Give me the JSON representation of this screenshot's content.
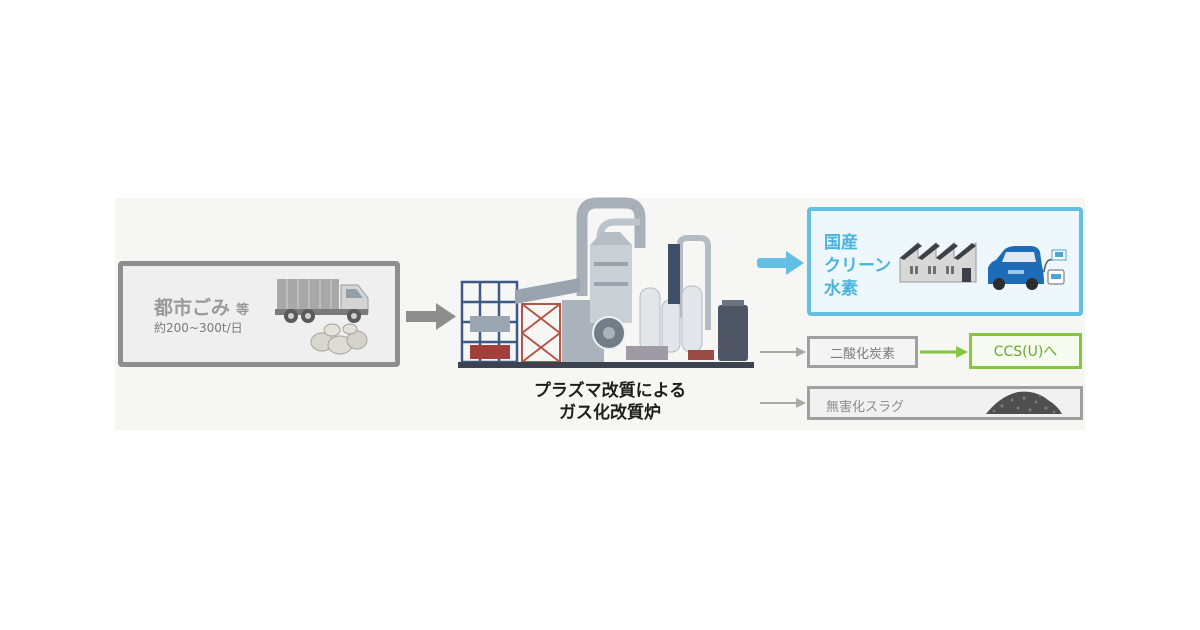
{
  "input": {
    "title": "都市ごみ",
    "title_suffix": "等",
    "capacity": "約200~300t/日",
    "icons": [
      "garbage-truck-icon",
      "garbage-bags-icon"
    ]
  },
  "plant": {
    "label_line1": "プラズマ改質による",
    "label_line2": "ガス化改質炉",
    "icon": "gasification-plant-icon"
  },
  "outputs": {
    "hydrogen": {
      "label_line1": "国産",
      "label_line2": "クリーン",
      "label_line3": "水素",
      "icons": [
        "factory-icon",
        "fuel-cell-car-icon",
        "hydrogen-station-icon"
      ]
    },
    "co2": {
      "label": "二酸化炭素"
    },
    "ccs": {
      "label": "CCS(U)へ"
    },
    "slag": {
      "label": "無害化スラグ",
      "icon": "slag-pile-icon"
    }
  },
  "colors": {
    "gray_border": "#8e8e8e",
    "hydrogen_blue": "#63c0e4",
    "ccs_green": "#86c540"
  }
}
